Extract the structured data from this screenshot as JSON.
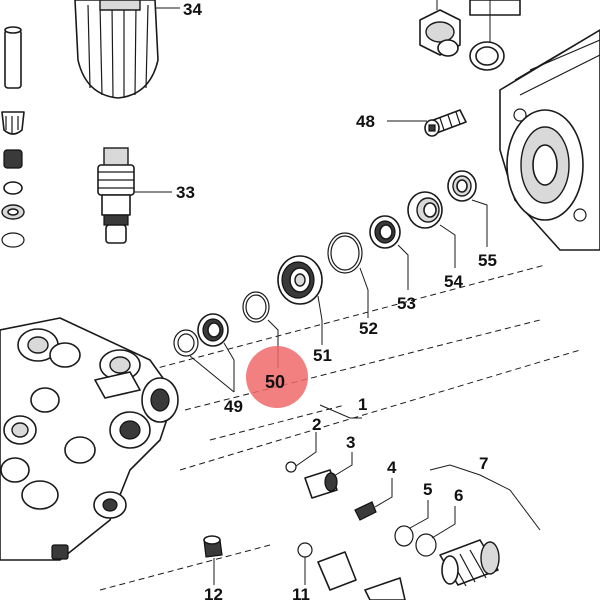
{
  "highlight": {
    "label": "50",
    "color": "#f06a6a"
  },
  "callouts": [
    {
      "label": "34"
    },
    {
      "label": "33"
    },
    {
      "label": "48"
    },
    {
      "label": "55"
    },
    {
      "label": "54"
    },
    {
      "label": "53"
    },
    {
      "label": "52"
    },
    {
      "label": "51"
    },
    {
      "label": "49"
    },
    {
      "label": "1"
    },
    {
      "label": "2"
    },
    {
      "label": "3"
    },
    {
      "label": "4"
    },
    {
      "label": "5"
    },
    {
      "label": "6"
    },
    {
      "label": "7"
    },
    {
      "label": "12"
    },
    {
      "label": "11"
    }
  ]
}
